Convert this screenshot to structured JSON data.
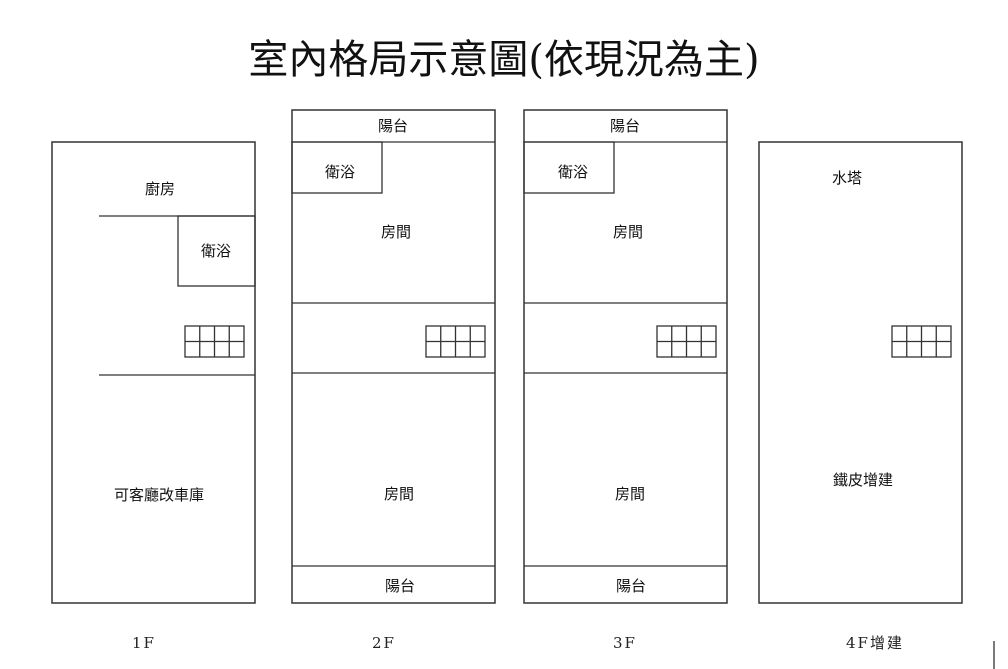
{
  "title": "室內格局示意圖(依現況為主)",
  "floors": [
    {
      "label": "1F",
      "rooms": {
        "kitchen": "廚房",
        "bathroom": "衛浴",
        "living": "可客廳改車庫"
      }
    },
    {
      "label": "2F",
      "rooms": {
        "balcony_top": "陽台",
        "bathroom": "衛浴",
        "room_upper": "房間",
        "room_lower": "房間",
        "balcony_bottom": "陽台"
      }
    },
    {
      "label": "3F",
      "rooms": {
        "balcony_top": "陽台",
        "bathroom": "衛浴",
        "room_upper": "房間",
        "room_lower": "房間",
        "balcony_bottom": "陽台"
      }
    },
    {
      "label": "4F增建",
      "rooms": {
        "water_tower": "水塔",
        "addition": "鐵皮增建"
      }
    }
  ],
  "colors": {
    "line": "#333333",
    "background": "#ffffff",
    "text": "#111111"
  }
}
